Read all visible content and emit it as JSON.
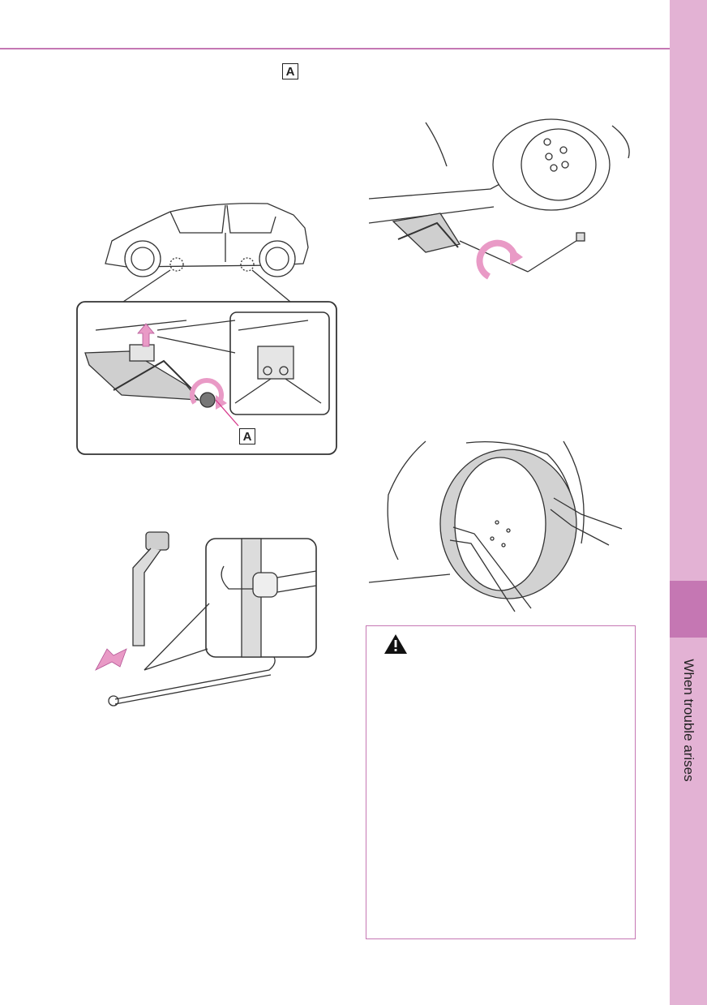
{
  "header": {
    "callout_label": "A"
  },
  "figure_jack": {
    "callout_label": "A"
  },
  "sidebar": {
    "section_label": "When trouble arises",
    "tab_color": "#e3b2d4",
    "active_color": "#c577b3"
  },
  "warning": {
    "icon": "warning-triangle-icon"
  }
}
